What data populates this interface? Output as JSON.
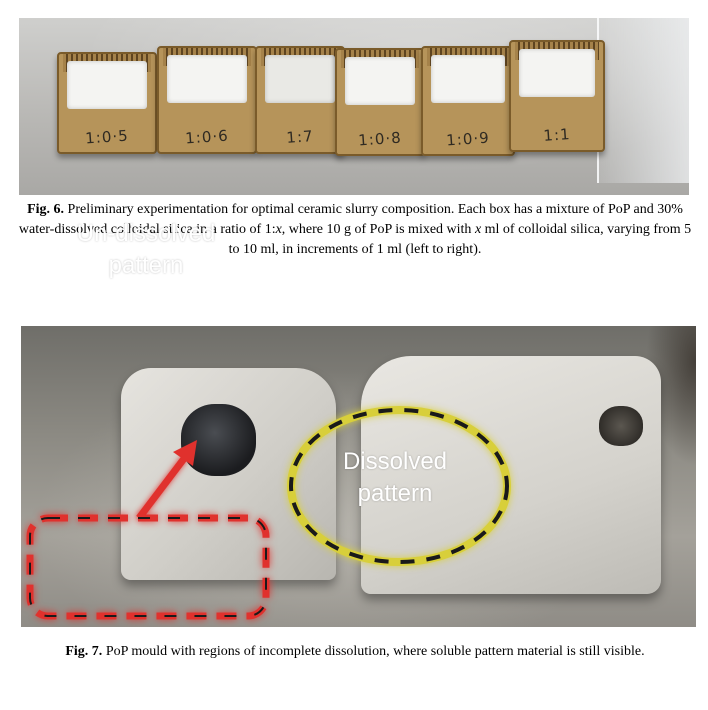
{
  "figure6": {
    "box_labels": [
      "1:0·5",
      "1:0·6",
      "1:7",
      "1:0·8",
      "1:0·9",
      "1:1"
    ],
    "caption_label": "Fig. 6.",
    "caption_text": " Preliminary experimentation for optimal ceramic slurry composition. Each box has a mixture of PoP and 30% water-dissolved colloidal silica in a ratio of 1:",
    "caption_var1": "x",
    "caption_text2": ", where 10 g of PoP is mixed with ",
    "caption_var2": "x",
    "caption_text3": " ml of colloidal silica, varying from 5 to 10 ml, in increments of 1 ml (left to right)."
  },
  "figure7": {
    "annotation_undissolved_line1": "Un-dissolved",
    "annotation_undissolved_line2": "pattern",
    "annotation_dissolved_line1": "Dissolved",
    "annotation_dissolved_line2": "pattern",
    "caption_label": "Fig. 7.",
    "caption_text": " PoP mould with regions of incomplete dissolution, where soluble pattern material is still visible."
  },
  "colors": {
    "undissolved_box": "#e0312d",
    "dissolved_ellipse": "#d8cf3a",
    "dash_dark": "#1a1a1a"
  }
}
